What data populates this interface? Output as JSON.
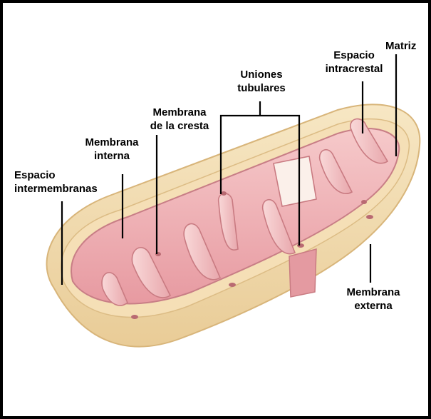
{
  "labels": {
    "espacio_intermembranas": [
      "Espacio",
      "intermembranas"
    ],
    "membrana_interna": [
      "Membrana",
      "interna"
    ],
    "membrana_cresta": [
      "Membrana",
      "de la cresta"
    ],
    "uniones_tubulares": [
      "Uniones",
      "tubulares"
    ],
    "espacio_intracrestal": [
      "Espacio",
      "intracrestal"
    ],
    "matriz": "Matriz",
    "membrana_externa": [
      "Membrana",
      "externa"
    ]
  },
  "colors": {
    "outer_membrane": "#f3dcae",
    "outer_membrane_shade": "#e6c58e",
    "inner_membrane": "#eaa3a8",
    "matrix": "#f0b8bb",
    "crista": "#f4c6c8",
    "crista_edge": "#c97b82",
    "leader_line": "#000000"
  }
}
